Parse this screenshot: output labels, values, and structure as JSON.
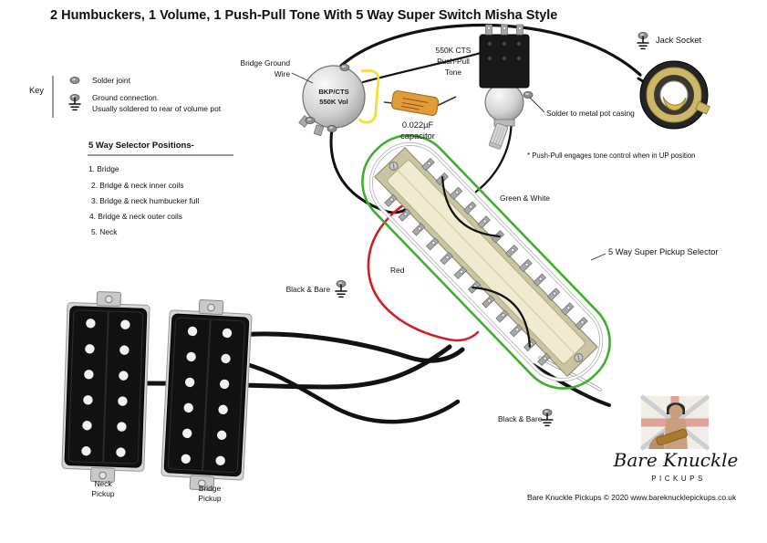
{
  "title": "2 Humbuckers, 1 Volume, 1 Push-Pull Tone With 5 Way Super Switch Misha Style",
  "key": {
    "label": "Key",
    "solder_joint_label": "Solder joint",
    "ground_label_line1": "Ground connection.",
    "ground_label_line2": "Usually soldered to rear of volume pot"
  },
  "selector": {
    "heading": "5 Way Selector Positions-",
    "items": [
      "1. Bridge",
      "2. Bridge & neck inner coils",
      "3. Bridge & neck humbucker full",
      "4. Bridge & neck outer coils",
      "5. Neck"
    ]
  },
  "volume_pot": {
    "line1": "BKP/CTS",
    "line2": "550K Vol"
  },
  "bridge_ground": {
    "line1": "Bridge Ground",
    "line2": "Wire"
  },
  "capacitor": {
    "line1": "0.022µF",
    "line2": "capacitor"
  },
  "tone_pot": {
    "line1": "550K CTS",
    "line2": "Push-Pull",
    "line3": "Tone",
    "solder_note": "Solder to metal pot casing",
    "up_note": "* Push-Pull engages tone control when in UP position"
  },
  "jack": {
    "label": "Jack Socket"
  },
  "selector_switch": {
    "label": "5 Way Super Pickup Selector"
  },
  "wire_labels": {
    "green_white": "Green & White",
    "red": "Red",
    "black_bare_left": "Black & Bare",
    "black_bare_bottom": "Black & Bare"
  },
  "pickups": {
    "neck_line1": "Neck",
    "neck_line2": "Pickup",
    "bridge_line1": "Bridge",
    "bridge_line2": "Pickup"
  },
  "brand": {
    "name": "Bare Knuckle",
    "sub": "PICKUPS"
  },
  "footer": "Bare Knuckle Pickups ©  2020   www.bareknucklepickups.co.uk",
  "colors": {
    "green_wire": "#3faf2e",
    "red_wire": "#cc2127",
    "yellow_wire": "#f2df3a",
    "cap_orange": "#e39c3a"
  }
}
